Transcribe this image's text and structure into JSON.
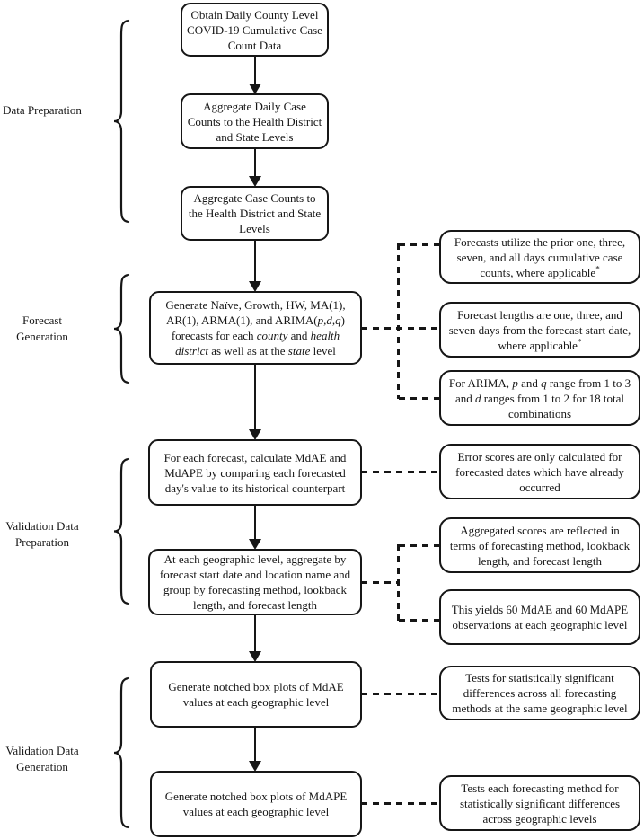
{
  "colors": {
    "ink": "#161616",
    "background": "#ffffff"
  },
  "sections": [
    {
      "label": "Data Preparation"
    },
    {
      "label": "Forecast Generation"
    },
    {
      "label": "Validation Data Preparation"
    },
    {
      "label": "Validation Data Generation"
    }
  ],
  "flow": {
    "steps": [
      {
        "text": "Obtain Daily County Level COVID-19 Cumulative Case Count Data"
      },
      {
        "text": "Aggregate Daily Case Counts to the Health District and State Levels"
      },
      {
        "text": "Aggregate Case Counts to the Health District and State Levels"
      },
      {
        "segments": [
          {
            "t": "Generate Naïve, Growth, HW, MA(1), AR(1), ARMA(1), and ARIMA("
          },
          {
            "t": "p,d,q",
            "s": "i"
          },
          {
            "t": ") forecasts for each "
          },
          {
            "t": "county",
            "s": "i"
          },
          {
            "t": " and "
          },
          {
            "t": "health district",
            "s": "i"
          },
          {
            "t": " as well as at the "
          },
          {
            "t": "state",
            "s": "i"
          },
          {
            "t": " level"
          }
        ]
      },
      {
        "text": "For each forecast, calculate MdAE and MdAPE by comparing each forecasted day's value to its historical counterpart"
      },
      {
        "text": "At each geographic level, aggregate by forecast start date and location name and group by forecasting method, lookback length, and forecast length"
      },
      {
        "text": "Generate notched box plots of MdAE values at each geographic level"
      },
      {
        "text": "Generate notched box plots of MdAPE values at each geographic level"
      }
    ]
  },
  "annotations": [
    {
      "segments": [
        {
          "t": "Forecasts utilize the prior one, three, seven, and all days cumulative case counts, where applicable"
        },
        {
          "t": "*",
          "s": "sup"
        }
      ]
    },
    {
      "segments": [
        {
          "t": "Forecast lengths are one, three, and seven days from the forecast start date, where applicable"
        },
        {
          "t": "*",
          "s": "sup"
        }
      ]
    },
    {
      "segments": [
        {
          "t": "For ARIMA, "
        },
        {
          "t": "p",
          "s": "i"
        },
        {
          "t": " and "
        },
        {
          "t": "q",
          "s": "i"
        },
        {
          "t": " range from 1 to 3 and "
        },
        {
          "t": "d",
          "s": "i"
        },
        {
          "t": " ranges from 1 to 2 for 18 total combinations"
        }
      ]
    },
    {
      "text": "Error scores are only calculated for forecasted dates which have already occurred"
    },
    {
      "text": "Aggregated scores are reflected in terms of forecasting method, lookback length, and forecast length"
    },
    {
      "text": "This yields 60 MdAE and 60 MdAPE observations at each geographic level"
    },
    {
      "text": "Tests for statistically significant differences across all forecasting methods at the same geographic level"
    },
    {
      "text": "Tests each forecasting method for statistically significant differences across geographic levels"
    }
  ]
}
